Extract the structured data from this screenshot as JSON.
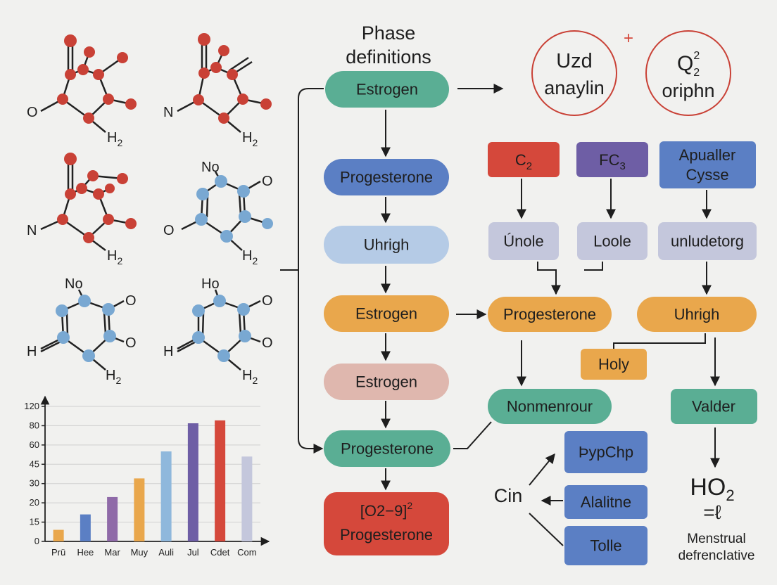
{
  "flow": {
    "title_line1": "Phase",
    "title_line2": "definitions",
    "plus": "+",
    "circle1": {
      "line1": "Uzd",
      "line2": "anaylin"
    },
    "circle2": {
      "line1": "Q",
      "sup": "2",
      "sub": "2",
      "line2": "oriphn"
    },
    "nodes": {
      "estrogen1": "Estrogen",
      "progesterone1": "Progesterone",
      "uhrigh1": "Uhrigh",
      "estrogen2": "Estrogen",
      "estrogen3": "Estrogen",
      "progesterone2": "Progesterone",
      "bottom_line1": "[O2−9]",
      "bottom_sup": "2",
      "bottom_line2": "Progesterone",
      "c2": "C",
      "c2_sub": "2",
      "fc3": "FC",
      "fc3_sub": "3",
      "apualler_line1": "Apualler",
      "apualler_line2": "Cysse",
      "unole": "Únole",
      "loole": "Loole",
      "unludetorg": "unludetorg",
      "progesterone3": "Progesterone",
      "uhrigh2": "Uhrigh",
      "holy": "Holy",
      "nonmenrour": "Nonmenrour",
      "valder": "Valder",
      "pypchp": "ÞypChp",
      "alalitne": "Alalitne",
      "tolle": "Tolle",
      "cin": "Cin",
      "ho2": "HO",
      "ho2_sub": "2",
      "ho2_symbol": "=ℓ",
      "menstrual_line1": "Menstrual",
      "menstrual_line2": "defrencIative"
    }
  },
  "molecules": {
    "mol1": {
      "left": "O",
      "bottom": "H",
      "bottom_sub": "2"
    },
    "mol2": {
      "left": "N",
      "bottom": "H",
      "bottom_sub": "2"
    },
    "mol3": {
      "left": "N",
      "bottom": "H",
      "bottom_sub": "2"
    },
    "mol4": {
      "top": "No",
      "left": "O",
      "right": "O",
      "bottom": "H",
      "bottom_sub": "2"
    },
    "mol5": {
      "top": "No",
      "left": "H",
      "right1": "O",
      "right2": "O",
      "bottom": "H",
      "bottom_sub": "2"
    },
    "mol6": {
      "top": "Ho",
      "left": "H",
      "right1": "O",
      "right2": "O",
      "bottom": "H",
      "bottom_sub": "2"
    }
  },
  "colors": {
    "teal": "#5aae94",
    "blue": "#5b7fc4",
    "lightblue": "#b5cbe6",
    "orange": "#e9a74c",
    "pink": "#dfb7ae",
    "red": "#d5483b",
    "purple": "#6e5ea5",
    "lavender": "#c4c7dc",
    "atom_red": "#c94136",
    "atom_blue": "#79a8d2"
  },
  "chart_data": {
    "type": "bar",
    "categories": [
      "Prü",
      "Hee",
      "Mar",
      "Muy",
      "Auli",
      "Jul",
      "Cdet",
      "Com"
    ],
    "values": [
      9,
      17,
      23,
      34,
      55,
      85,
      91,
      51
    ],
    "colors": [
      "#e9a74c",
      "#5b7fc4",
      "#8f6aa8",
      "#e9a74c",
      "#8fb8dc",
      "#6e5ea5",
      "#d5483b",
      "#c4c7dc"
    ],
    "ytick_labels": [
      "0",
      "15",
      "20",
      "30",
      "45",
      "60",
      "80",
      "120"
    ],
    "ytick_values": [
      0,
      15,
      20,
      30,
      45,
      60,
      80,
      120
    ],
    "ylim": [
      0,
      122
    ],
    "grid": true
  }
}
